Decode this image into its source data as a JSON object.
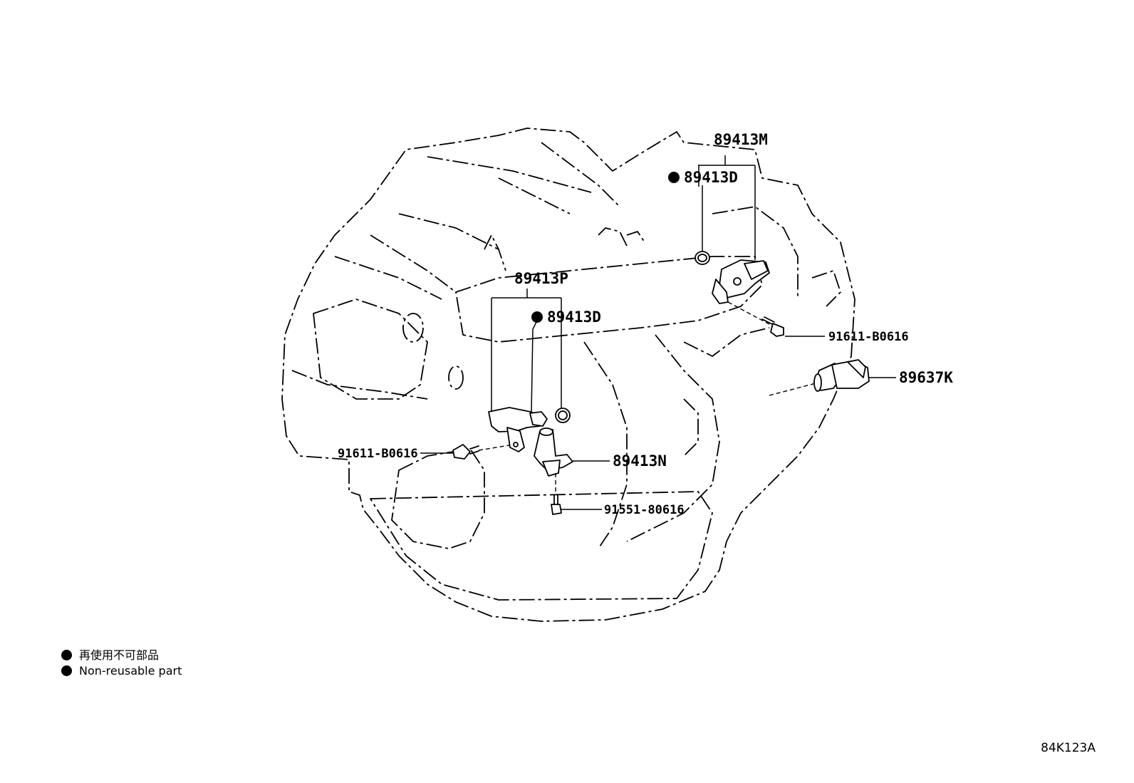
{
  "parts": {
    "p89413M": "89413M",
    "p89413D_top": "89413D",
    "p89413P": "89413P",
    "p89413D_mid": "89413D",
    "p91611_right": "91611-B0616",
    "p89637K": "89637K",
    "p91611_left": "91611-B0616",
    "p89413N": "89413N",
    "p91551": "91551-80616"
  },
  "legend": {
    "japanese": "再使用不可部品",
    "english": "Non-reusable part"
  },
  "reference_code": "84K123A"
}
